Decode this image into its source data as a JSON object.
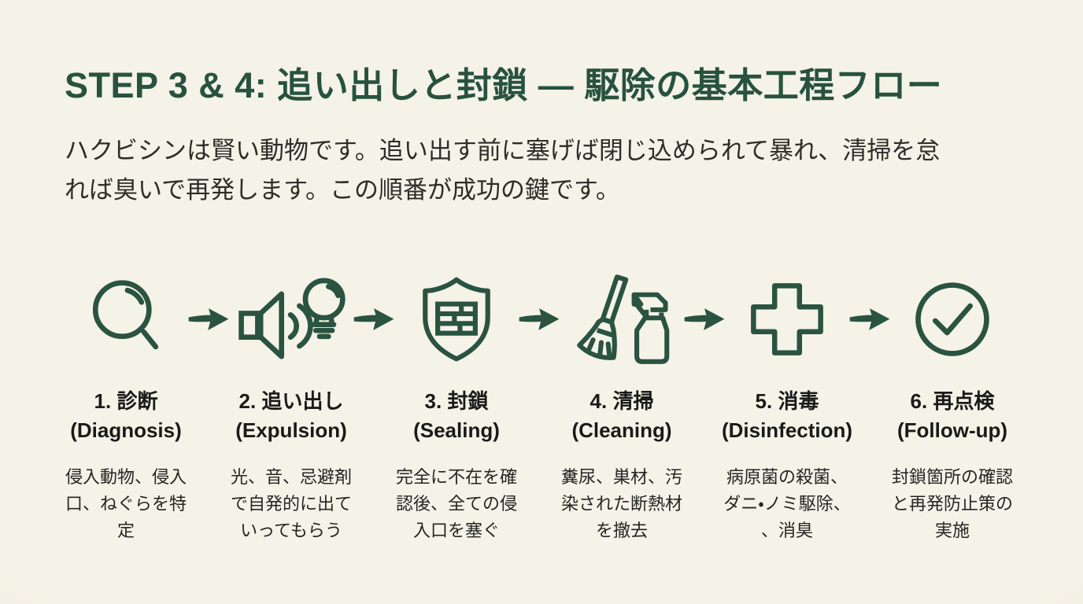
{
  "page": {
    "title": "STEP 3 & 4: 追い出しと封鎖 — 駆除の基本工程フロー",
    "intro": "ハクビシンは賢い動物です。追い出す前に塞げば閉じ込められて暴れ、清掃を怠\nれば臭いで再発します。この順番が成功の鍵です。",
    "colors": {
      "background": "#f4f1e6",
      "accent_green": "#2a5341",
      "heading_green": "#27523f",
      "text_dark": "#1a1a1a"
    }
  },
  "flow": {
    "arrow_icon": "right-arrow",
    "steps": [
      {
        "icon": "magnifier",
        "title": "1. 診断",
        "subtitle": "(Diagnosis)",
        "description": "侵入動物、侵入\n口、ねぐらを特\n定"
      },
      {
        "icon": "speaker-lightbulb",
        "title": "2. 追い出し",
        "subtitle": "(Expulsion)",
        "description": "光、音、忌避剤\nで自発的に出て\nいってもらう"
      },
      {
        "icon": "shield-brick",
        "title": "3. 封鎖",
        "subtitle": "(Sealing)",
        "description": "完全に不在を確\n認後、全ての侵\n入口を塞ぐ"
      },
      {
        "icon": "broom-spray",
        "title": "4. 清掃",
        "subtitle": "(Cleaning)",
        "description": "糞尿、巣材、汚\n染された断熱材\nを撤去"
      },
      {
        "icon": "medical-cross",
        "title": "5. 消毒",
        "subtitle": "(Disinfection)",
        "description": "病原菌の殺菌、\nダニ・ノミ駆除、\n、消臭"
      },
      {
        "icon": "check-circle",
        "title": "6. 再点検",
        "subtitle": "(Follow-up)",
        "description": "封鎖箇所の確認\nと再発防止策の\n実施"
      }
    ]
  }
}
